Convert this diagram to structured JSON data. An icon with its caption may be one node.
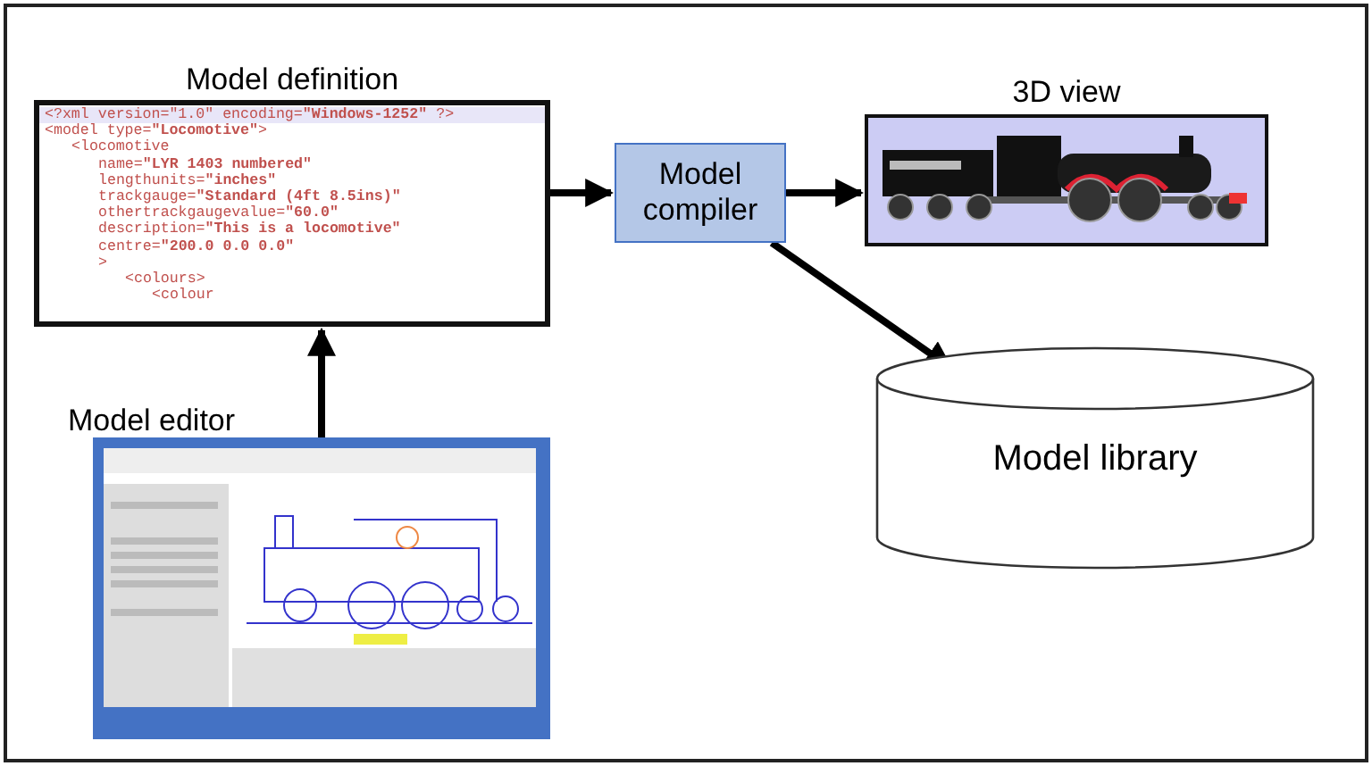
{
  "diagram": {
    "nodes": [
      {
        "text": [
          "Model definition",
          "<?xml version=\"1.0\" encoding=**\"Windows-1252\"** ?>",
          "<model type=**\"Locomotive\"**>",
          "<locomotive",
          "name=**\"LYR 1403 numbered\"**",
          "lengthunits=**\"inches\"**",
          "trackgauge=**\"Standard (4ft 8.5ins)\"**",
          "othertrackgaugevalue=**\"60.0\"**",
          "description=**\"This is a locomotive\"**",
          "centre=**\"200.0 0.0 0.0\"**",
          ">",
          "<colours>",
          "<colour"
        ]
      },
      {
        "text": [
          "Model compiler"
        ]
      },
      {
        "text": [
          "3D view"
        ]
      },
      {
        "text": [
          "Model library"
        ]
      },
      {
        "text": [
          "Model editor"
        ]
      }
    ],
    "edges": [
      {
        "from": 0,
        "to": 1,
        "arrow": "to"
      },
      {
        "from": 1,
        "to": 2,
        "arrow": "to"
      },
      {
        "from": 1,
        "to": 3,
        "arrow": "to"
      },
      {
        "from": 4,
        "to": 0,
        "arrow": "to"
      }
    ]
  }
}
